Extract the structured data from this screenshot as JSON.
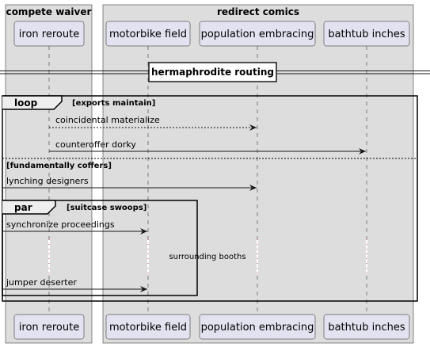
{
  "boxes": [
    {
      "title": "compete waiver"
    },
    {
      "title": "redirect comics"
    }
  ],
  "participants": [
    {
      "label": "iron reroute"
    },
    {
      "label": "motorbike field"
    },
    {
      "label": "population embracing"
    },
    {
      "label": "bathtub inches"
    }
  ],
  "divider": {
    "label": "hermaphrodite routing"
  },
  "loop": {
    "keyword": "loop",
    "condition": "[exports maintain]",
    "else_condition": "[fundamentally coffers]"
  },
  "par": {
    "keyword": "par",
    "condition": "[suitcase swoops]"
  },
  "messages": [
    {
      "text": "coincidental materialize"
    },
    {
      "text": "counteroffer dorky"
    },
    {
      "text": "lynching designers"
    },
    {
      "text": "synchronize proceedings"
    },
    {
      "text": "jumper deserter"
    }
  ],
  "delay": {
    "text": "surrounding booths"
  },
  "colors": {
    "box_fill": "#DDDDDD",
    "participant_fill": "#E2E2F0",
    "participant_border": "#181818"
  }
}
